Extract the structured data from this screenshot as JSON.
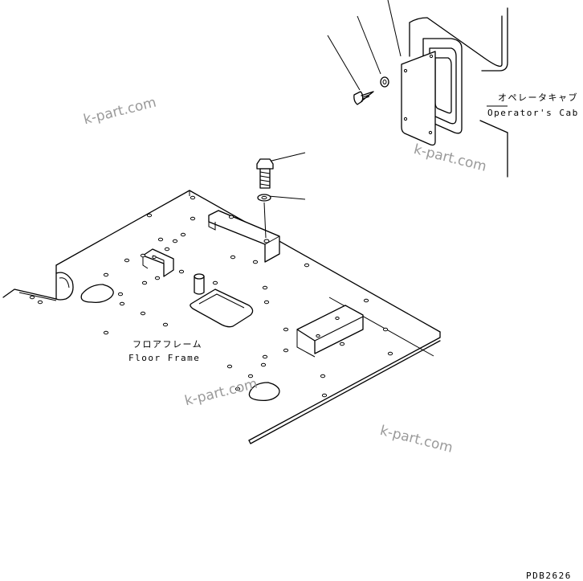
{
  "labels": {
    "operator_cab_jp": "オペレータキャブ",
    "operator_cab_en": "Operator's Cab",
    "floor_frame_jp": "フロアフレーム",
    "floor_frame_en": "Floor Frame",
    "drawing_number": "PDB2626"
  },
  "watermarks": [
    "k-part.com",
    "k-part.com",
    "k-part.com",
    "k-part.com"
  ],
  "colors": {
    "line": "#000000",
    "watermark": "#9a9a9a",
    "background": "#ffffff"
  }
}
